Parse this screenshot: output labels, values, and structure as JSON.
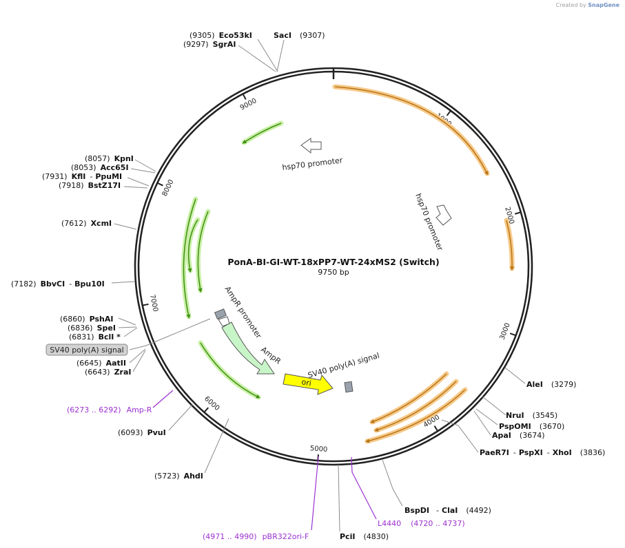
{
  "credit": {
    "prefix": "Created by",
    "brand": "SnapGene"
  },
  "plasmid": {
    "name": "PonA-BI-GI-WT-18xPP7-WT-24xMS2 (Switch)",
    "length_label": "9750 bp",
    "length": 9750
  },
  "ticks": [
    {
      "label": "1000",
      "pos": 1000
    },
    {
      "label": "2000",
      "pos": 2000
    },
    {
      "label": "3000",
      "pos": 3000
    },
    {
      "label": "4000",
      "pos": 4000
    },
    {
      "label": "5000",
      "pos": 5000
    },
    {
      "label": "6000",
      "pos": 6000
    },
    {
      "label": "7000",
      "pos": 7000
    },
    {
      "label": "8000",
      "pos": 8000
    },
    {
      "label": "9000",
      "pos": 9000
    }
  ],
  "enzymes": [
    {
      "pos": "(9305)",
      "name": "Eco53kI"
    },
    {
      "pos": "(9307)",
      "name": "SacI"
    },
    {
      "pos": "(9297)",
      "name": "SgrAI"
    },
    {
      "pos": "(8057)",
      "name": "KpnI"
    },
    {
      "pos": "(8053)",
      "name": "Acc65I"
    },
    {
      "pos": "(7931)",
      "name": "KflI",
      "alt": "PpuMI"
    },
    {
      "pos": "(7918)",
      "name": "BstZ17I"
    },
    {
      "pos": "(7612)",
      "name": "XcmI"
    },
    {
      "pos": "(7182)",
      "name": "BbvCI",
      "alt": "Bpu10I"
    },
    {
      "pos": "(6860)",
      "name": "PshAI"
    },
    {
      "pos": "(6836)",
      "name": "SpeI"
    },
    {
      "pos": "(6831)",
      "name": "BclI *"
    },
    {
      "pos": "(6645)",
      "name": "AatII"
    },
    {
      "pos": "(6643)",
      "name": "ZraI"
    },
    {
      "pos": "(6093)",
      "name": "PvuI"
    },
    {
      "pos": "(5723)",
      "name": "AhdI"
    },
    {
      "pos": "(4830)",
      "name": "PciI"
    },
    {
      "pos": "(4492)",
      "name": "BspDI",
      "alt": "ClaI"
    },
    {
      "pos": "(3836)",
      "name": "PaeR7I",
      "alt": "PspXI",
      "alt2": "XhoI"
    },
    {
      "pos": "(3674)",
      "name": "ApaI"
    },
    {
      "pos": "(3670)",
      "name": "PspOMI"
    },
    {
      "pos": "(3545)",
      "name": "NruI"
    },
    {
      "pos": "(3279)",
      "name": "AleI"
    }
  ],
  "primers": [
    {
      "range": "(6273 .. 6292)",
      "name": "Amp-R"
    },
    {
      "range": "(4971 .. 4990)",
      "name": "pBR322ori-F"
    },
    {
      "name": "L4440",
      "range": "(4720 .. 4737)"
    }
  ],
  "features": {
    "sv40_box": "SV40 poly(A) signal",
    "sv40_label": "SV40 poly(A) signal",
    "hsp70_left": "hsp70 promoter",
    "hsp70_right": "hsp70 promoter",
    "ampr_promoter": "AmpR promoter",
    "ampr": "AmpR",
    "ori": "ori"
  },
  "colors": {
    "ring": "#222222",
    "enzyme_line": "#8a8a8a",
    "primer": "#9b30d0",
    "orange_glow": "#f6c987",
    "orange_core": "#b8741a",
    "green_glow": "#c9f0a6",
    "green_core": "#3f8f12",
    "ampr_fill": "#c8f5c8",
    "ori_fill": "#ffff00",
    "gray_feature": "#9aa3ad"
  }
}
